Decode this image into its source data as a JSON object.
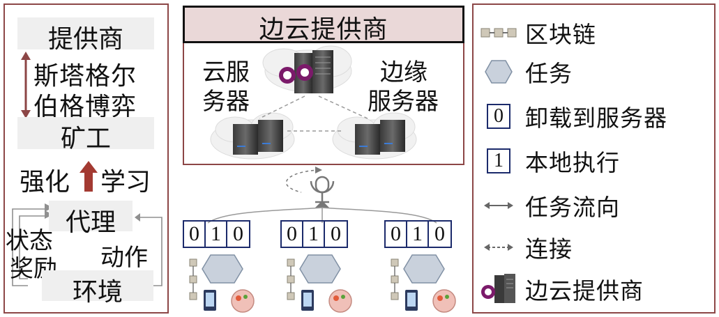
{
  "left_panel": {
    "provider": "提供商",
    "stackelberg_1": "斯塔格尔",
    "stackelberg_2": "伯格博弈",
    "miner": "矿工",
    "rl_left": "强化",
    "rl_right": "学习",
    "agent": "代理",
    "state": "状态",
    "reward": "奖励",
    "action": "动作",
    "environment": "环境"
  },
  "center_panel": {
    "title": "边云提供商",
    "cloud_server_1": "云服",
    "cloud_server_2": "务器",
    "edge_server_1": "边缘",
    "edge_server_2": "服务器",
    "offload_vectors": [
      [
        "0",
        "1",
        "0"
      ],
      [
        "0",
        "1",
        "0"
      ],
      [
        "0",
        "1",
        "0"
      ]
    ]
  },
  "legend": {
    "blockchain": "区块链",
    "task": "任务",
    "offload_num": "0",
    "offload": "卸载到服务器",
    "local_num": "1",
    "local": "本地执行",
    "task_flow": "任务流向",
    "connection": "连接",
    "provider": "边云提供商"
  },
  "colors": {
    "frame": "#8c4646",
    "title_bg": "#ead8d8",
    "bit_border": "#1b2a6b",
    "hexagon": "#c9d1dc",
    "rl_arrow": "#a33a32"
  }
}
